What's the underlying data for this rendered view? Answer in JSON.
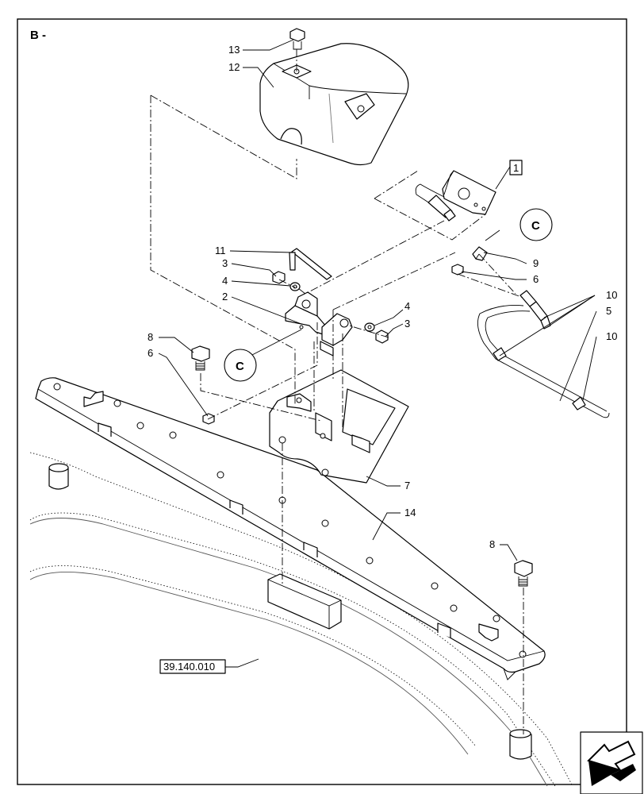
{
  "section_label": "B -",
  "reference_code": "39.140.010",
  "detail_callout": "C",
  "boxed_callout": "1",
  "callouts": {
    "c13": "13",
    "c12": "12",
    "c11": "11",
    "c3a": "3",
    "c4a": "4",
    "c2": "2",
    "c4b": "4",
    "c3b": "3",
    "c8a": "8",
    "c6a": "6",
    "c9": "9",
    "c6b": "6",
    "c10a": "10",
    "c5": "5",
    "c10b": "10",
    "c7": "7",
    "c14": "14",
    "c8b": "8"
  },
  "nav_icon": "arrow-navigation-icon"
}
